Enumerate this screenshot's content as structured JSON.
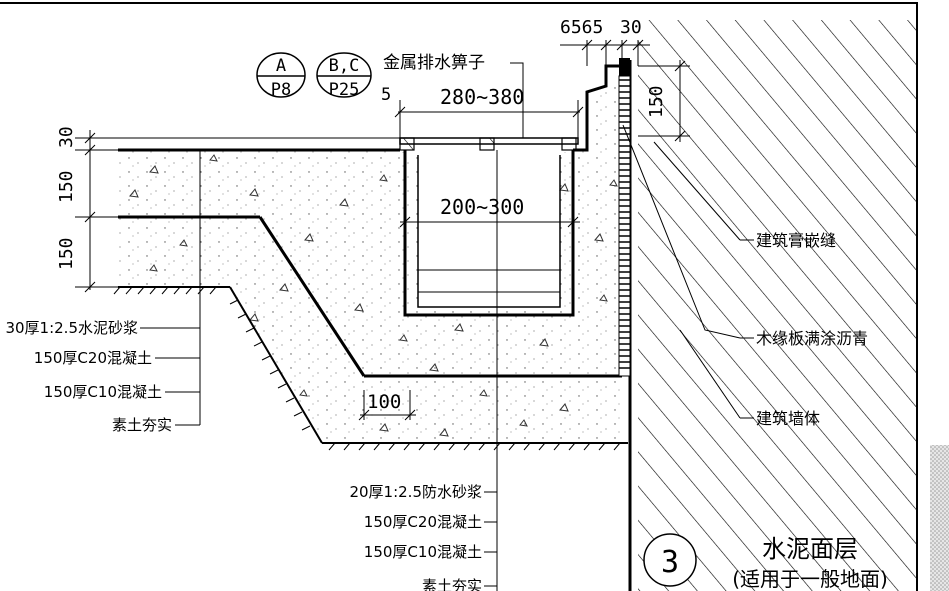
{
  "refs": [
    {
      "top": "A",
      "bottom": "P8"
    },
    {
      "top": "B,C",
      "bottom": "P25"
    }
  ],
  "grate_label": "金属排水箅子",
  "dims": {
    "top_6565": "6565",
    "top_30": "30",
    "d_5": "5",
    "d_280": "280~380",
    "d_200": "200~300",
    "d_150_right": "150",
    "d_30_left": "30",
    "d_150_left_a": "150",
    "d_150_left_b": "150",
    "d_100": "100"
  },
  "left_layers": [
    "30厚1:2.5水泥砂浆",
    "150厚C20混凝土",
    "150厚C10混凝土",
    "素土夯实"
  ],
  "bottom_layers": [
    "20厚1:2.5防水砂浆",
    "150厚C20混凝土",
    "150厚C10混凝土",
    "素土夯实"
  ],
  "right_labels": [
    "建筑膏嵌缝",
    "木缘板满涂沥青",
    "建筑墙体"
  ],
  "detail": {
    "number": "3",
    "title": "水泥面层",
    "subtitle": "(适用于一般地面)"
  }
}
